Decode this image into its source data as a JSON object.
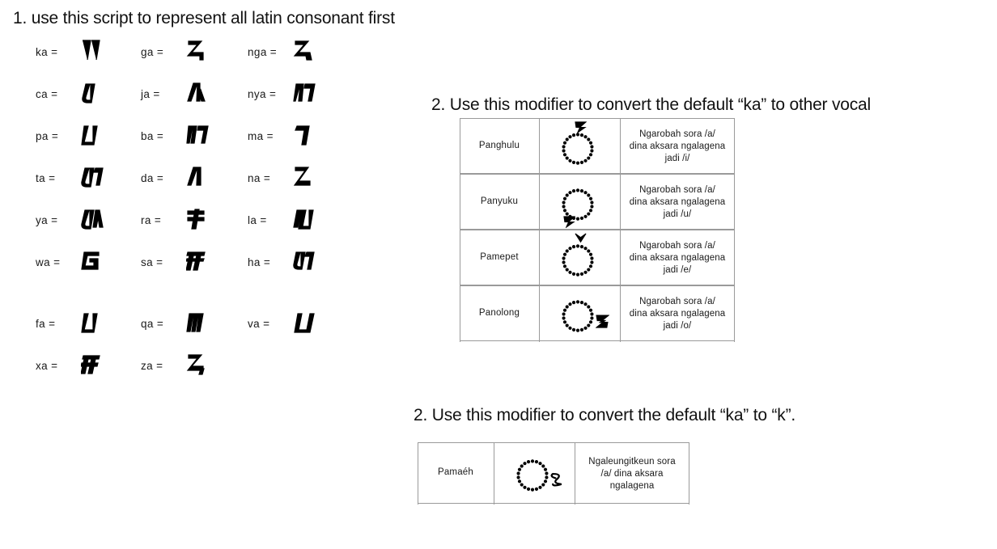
{
  "document": {
    "title": "Aksara Sunda script reference",
    "background_color": "#ffffff",
    "text_color": "#1a1a1a",
    "rule_color": "#9a9a9a"
  },
  "section1": {
    "heading": "1. use this script to represent all latin consonant first",
    "equals": "=",
    "rows": [
      [
        {
          "label": "ka",
          "glyph": "ᮊ"
        },
        {
          "label": "ga",
          "glyph": "ᮋ"
        },
        {
          "label": "nga",
          "glyph": "ᮌ"
        }
      ],
      [
        {
          "label": "ca",
          "glyph": "ᮍ"
        },
        {
          "label": "ja",
          "glyph": "ᮎ"
        },
        {
          "label": "nya",
          "glyph": "ᮏ"
        }
      ],
      [
        {
          "label": "pa",
          "glyph": "ᮔ"
        },
        {
          "label": "ba",
          "glyph": "ᮕ"
        },
        {
          "label": "ma",
          "glyph": "ᮖ"
        }
      ],
      [
        {
          "label": "ta",
          "glyph": "ᮐ"
        },
        {
          "label": "da",
          "glyph": "ᮑ"
        },
        {
          "label": "na",
          "glyph": "ᮒ"
        }
      ],
      [
        {
          "label": "ya",
          "glyph": "ᮗ"
        },
        {
          "label": "ra",
          "glyph": "ᮘ"
        },
        {
          "label": "la",
          "glyph": "ᮙ"
        }
      ],
      [
        {
          "label": "wa",
          "glyph": "ᮚ"
        },
        {
          "label": "sa",
          "glyph": "ᮛ"
        },
        {
          "label": "ha",
          "glyph": "ᮜ"
        }
      ],
      [
        {
          "label": "fa",
          "glyph": "ᮝ"
        },
        {
          "label": "qa",
          "glyph": "ᮞ"
        },
        {
          "label": "va",
          "glyph": "ᮟ"
        }
      ],
      [
        {
          "label": "xa",
          "glyph": "ᮠ"
        },
        {
          "label": "za",
          "glyph": "ᮡ"
        },
        {
          "label": "",
          "glyph": ""
        }
      ]
    ]
  },
  "section2": {
    "heading": "2. Use this modifier to convert the default “ka” to other vocal",
    "rows": [
      {
        "name": "Panghulu",
        "symbol_name": "dotted-circle-with-panghulu-mark",
        "mark_position": "above",
        "description": "Ngarobah sora /a/ dina aksara ngalagena jadi /i/",
        "description_lines": [
          "Ngarobah sora /a/",
          "dina aksara ngalagena",
          "jadi /i/"
        ]
      },
      {
        "name": "Panyuku",
        "symbol_name": "dotted-circle-with-panyuku-mark",
        "mark_position": "below",
        "description": "Ngarobah sora /a/ dina aksara ngalagena jadi /u/",
        "description_lines": [
          "Ngarobah sora /a/",
          "dina aksara ngalagena",
          "jadi /u/"
        ]
      },
      {
        "name": "Pamepet",
        "symbol_name": "dotted-circle-with-pamepet-mark",
        "mark_position": "above",
        "description": "Ngarobah sora /a/ dina aksara ngalagena jadi /e/",
        "description_lines": [
          "Ngarobah sora /a/",
          "dina aksara ngalagena",
          "jadi /e/"
        ]
      },
      {
        "name": "Panolong",
        "symbol_name": "dotted-circle-with-panolong-mark",
        "mark_position": "right",
        "description": "Ngarobah sora /a/ dina aksara ngalagena jadi /o/",
        "description_lines": [
          "Ngarobah sora /a/",
          "dina aksara ngalagena",
          "jadi /o/"
        ]
      }
    ]
  },
  "section3": {
    "heading": "2. Use this modifier to convert the default “ka” to “k”.",
    "rows": [
      {
        "name": "Pamaéh",
        "symbol_name": "dotted-circle-with-pamaeh-mark",
        "mark_position": "right",
        "description": "Ngaleungitkeun sora /a/ dina aksara ngalagena",
        "description_lines": [
          "Ngaleungitkeun sora",
          "/a/ dina aksara",
          "ngalagena"
        ]
      }
    ]
  }
}
